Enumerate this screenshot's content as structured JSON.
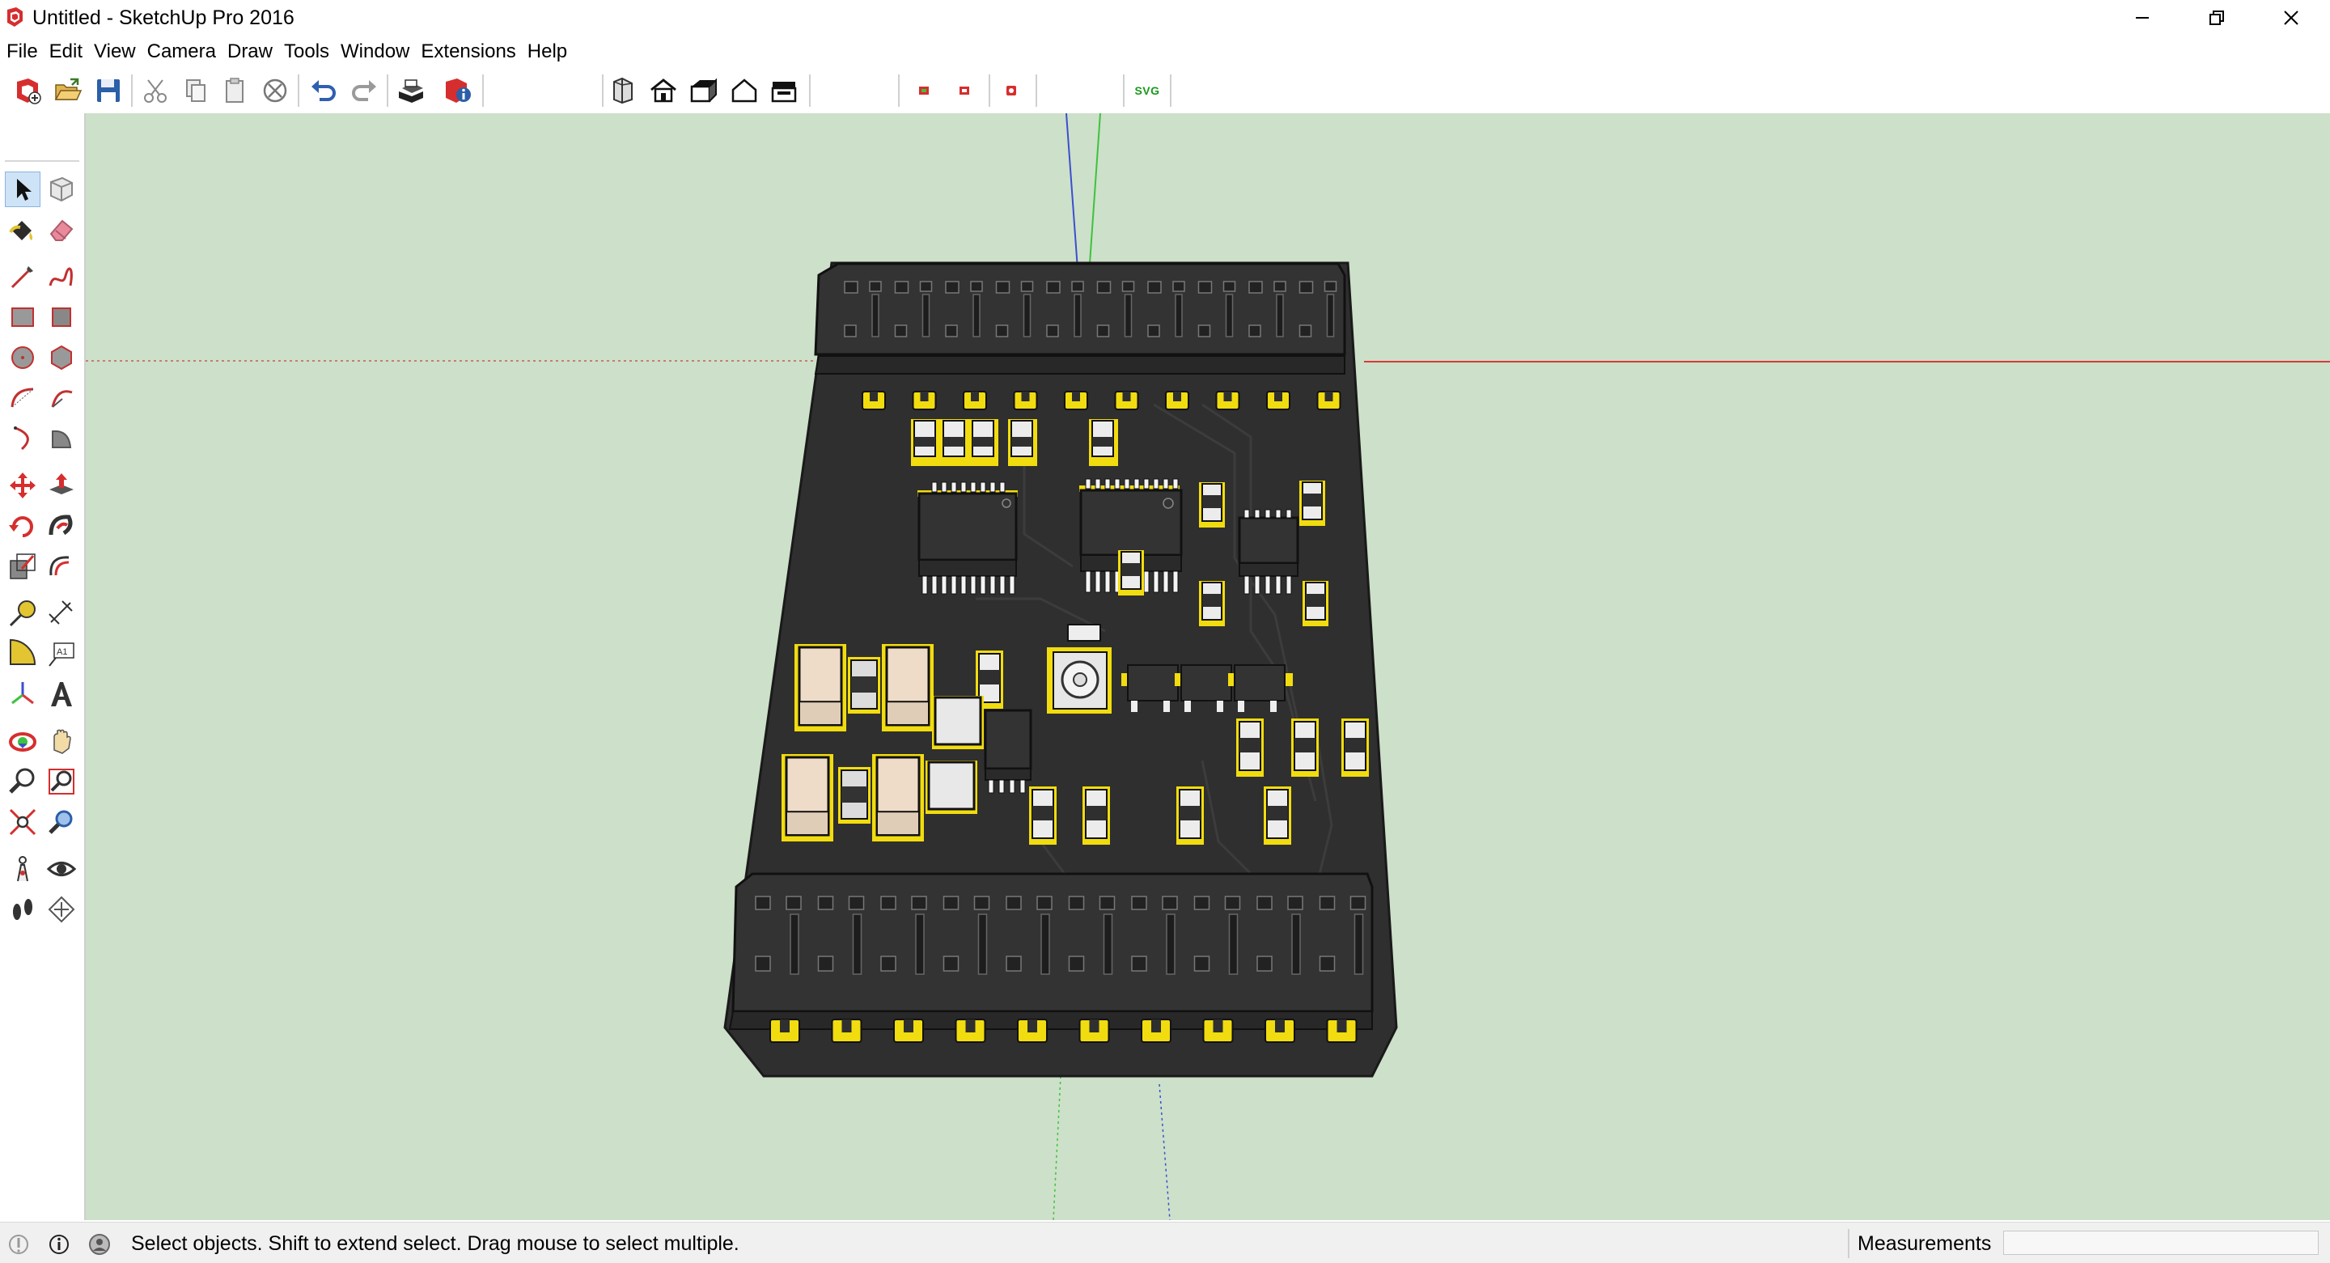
{
  "window": {
    "title": "Untitled - SketchUp Pro 2016",
    "controls": [
      "minimize-icon",
      "restore-icon",
      "close-icon"
    ]
  },
  "menu": {
    "items": [
      "File",
      "Edit",
      "View",
      "Camera",
      "Draw",
      "Tools",
      "Window",
      "Extensions",
      "Help"
    ]
  },
  "toolbar": {
    "buttons": [
      "new-model-icon",
      "open-icon",
      "save-icon",
      "cut-icon",
      "copy-icon",
      "paste-icon",
      "erase-icon",
      "undo-icon",
      "redo-icon",
      "print-icon",
      "model-info-icon",
      "front-view-icon",
      "iso-view-icon",
      "top-view-icon",
      "home-view-icon",
      "side-view-icon",
      "export-green-icon",
      "export-red-icon",
      "plugin-icon"
    ],
    "svg_label": "SVG"
  },
  "left_toolbar": {
    "tools": [
      "select-icon",
      "make-component-icon",
      "paint-bucket-icon",
      "eraser-icon",
      "line-icon",
      "freehand-icon",
      "rectangle-icon",
      "rotated-rectangle-icon",
      "circle-icon",
      "polygon-icon",
      "arc-icon",
      "two-point-arc-icon",
      "three-point-arc-icon",
      "pie-icon",
      "move-icon",
      "push-pull-icon",
      "rotate-icon",
      "follow-me-icon",
      "scale-icon",
      "offset-icon",
      "tape-measure-icon",
      "dimension-icon",
      "protractor-icon",
      "text-icon",
      "axes-icon",
      "3d-text-icon",
      "orbit-icon",
      "pan-icon",
      "zoom-icon",
      "zoom-window-icon",
      "zoom-extents-icon",
      "zoom-previous-icon",
      "position-camera-icon",
      "look-around-icon",
      "walk-icon",
      "section-plane-icon"
    ],
    "active_tool": "select-icon"
  },
  "viewport": {
    "background": "#cde0c9",
    "model": "3D PCB board with pin headers and SMD components"
  },
  "statusbar": {
    "hint": "Select objects. Shift to extend select. Drag mouse to select multiple.",
    "measurements_label": "Measurements",
    "measurements_value": ""
  },
  "colors": {
    "board": "#2f2f2f",
    "pad_gold": "#f1dc0f",
    "header": "#303030",
    "axis_red": "#d83a3a",
    "axis_green": "#3ec23e",
    "axis_blue": "#3a4fd0"
  }
}
